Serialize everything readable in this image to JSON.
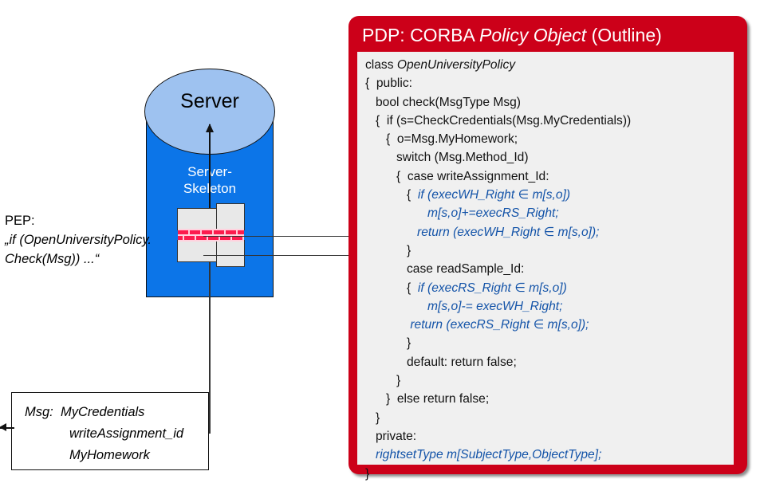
{
  "diagram": {
    "server": {
      "title": "Server",
      "skeleton_label_line1": "Server-",
      "skeleton_label_line2": "Skeleton",
      "body_color": "#0C75E8",
      "top_color": "#9EC2F0"
    },
    "pep": {
      "label": "PEP:",
      "quote_line1": "„if (OpenUniversityPolicy.",
      "quote_line2": "Check(Msg)) ...“",
      "brick_color": "#FC1B4E",
      "mortar_color": "#FFD2DE",
      "block_fill": "#E8E8E8"
    },
    "msg": {
      "label": "Msg:",
      "line1": "MyCredentials",
      "line2": "writeAssignment_id",
      "line3": "MyHomework"
    }
  },
  "pdp": {
    "title_prefix": "PDP: CORBA ",
    "title_italic": "Policy Object",
    "title_suffix": " (Outline)",
    "panel_color": "#CC0019",
    "code_bg": "#F0F0F0",
    "highlight_color": "#1353A8",
    "code_lines": [
      {
        "text": "class ",
        "tail_italic": "OpenUniversityPolicy"
      },
      {
        "text": "{  public:"
      },
      {
        "text": "   bool check(MsgType Msg)"
      },
      {
        "text": "   {  if (s=CheckCredentials(Msg.MyCredentials))"
      },
      {
        "text": "      {  o=Msg.MyHomework;"
      },
      {
        "text": "         switch (Msg.Method_Id)"
      },
      {
        "text": "         {  case writeAssignment_Id:"
      },
      {
        "text": "            {  ",
        "blue": "if (execWH_Right ∈ m[s,o])"
      },
      {
        "text": "               ",
        "blue": "   m[s,o]+=execRS_Right;"
      },
      {
        "text": "               ",
        "blue": "return (execWH_Right ∈ m[s,o]);"
      },
      {
        "text": "            }"
      },
      {
        "text": "            case readSample_Id:"
      },
      {
        "text": "            {  ",
        "blue": "if (execRS_Right ∈ m[s,o])"
      },
      {
        "text": "               ",
        "blue": "   m[s,o]-= execWH_Right;"
      },
      {
        "text": "             ",
        "blue": "return (execRS_Right ∈ m[s,o]);"
      },
      {
        "text": "            }"
      },
      {
        "text": "            default: return false;"
      },
      {
        "text": "         }"
      },
      {
        "text": "      }  else return false;"
      },
      {
        "text": "   }"
      },
      {
        "text": "   private:"
      },
      {
        "text": "   ",
        "blue": "rightsetType m[SubjectType,ObjectType];"
      },
      {
        "text": "}"
      }
    ]
  }
}
